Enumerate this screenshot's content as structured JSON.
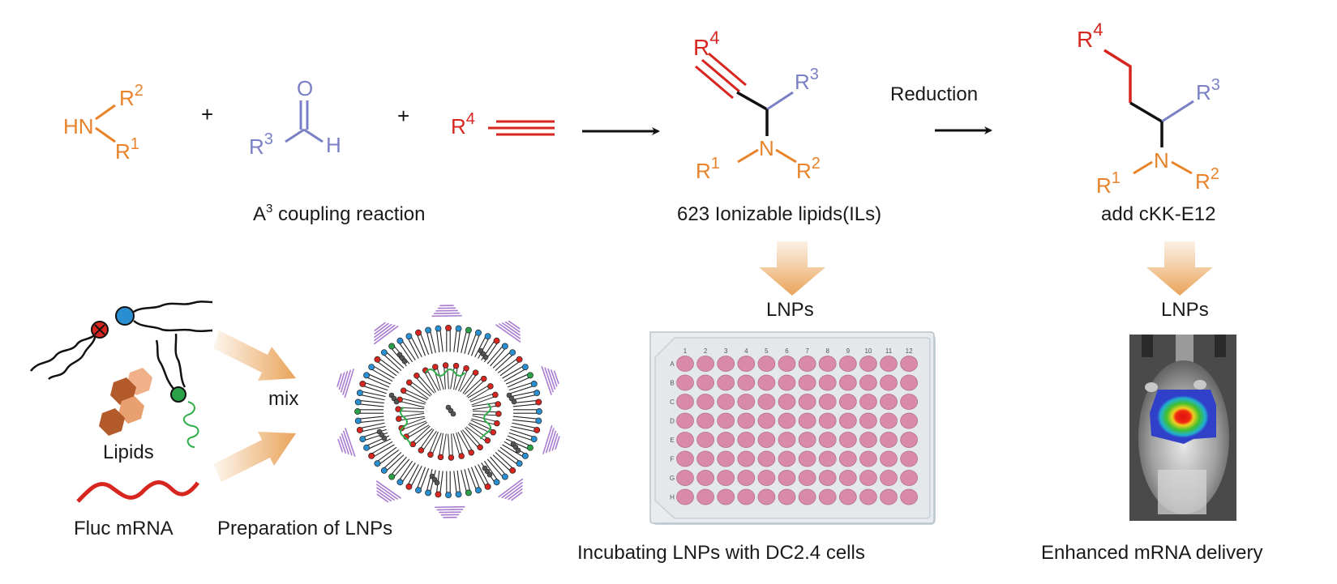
{
  "colors": {
    "amine": "#e8832a",
    "aldehyde": "#7a80c4",
    "alkyne": "#d6261f",
    "bond": "#111111",
    "arrow_orange": "#e9a45a",
    "well_fill": "#d98aa6",
    "plate_bg": "#e6e9ec",
    "peg": "#a97cd0",
    "mrna_green": "#2fae4a"
  },
  "reactants": {
    "amine": {
      "atom": "HN",
      "r_top": "R",
      "r_top_sup": "2",
      "r_bottom": "R",
      "r_bottom_sup": "1"
    },
    "plus1": "+",
    "aldehyde": {
      "r": "R",
      "r_sup": "3",
      "oxygen": "O",
      "hydrogen": "H"
    },
    "plus2": "+",
    "alkyne": {
      "r": "R",
      "r_sup": "4"
    }
  },
  "captions": {
    "coupling_main": "A",
    "coupling_sup": "3",
    "coupling_rest": " coupling reaction",
    "ionizable": "623 Ionizable lipids(ILs)",
    "reduction": "Reduction",
    "add": "add  cKK-E12",
    "lnps_mid": "LNPs",
    "lnps_right": "LNPs",
    "mix": "mix",
    "lipids": "Lipids",
    "fluc": "Fluc mRNA",
    "prep": "Preparation of  LNPs",
    "incubating": "Incubating LNPs with DC2.4 cells",
    "enhanced": "Enhanced mRNA delivery"
  },
  "product1": {
    "r4": "R",
    "r4_sup": "4",
    "r3": "R",
    "r3_sup": "3",
    "n": "N",
    "r1": "R",
    "r1_sup": "1",
    "r2": "R",
    "r2_sup": "2"
  },
  "product2": {
    "r4": "R",
    "r4_sup": "4",
    "r3": "R",
    "r3_sup": "3",
    "n": "N",
    "r1": "R",
    "r1_sup": "1",
    "r2": "R",
    "r2_sup": "2"
  },
  "plate": {
    "columns": [
      "1",
      "2",
      "3",
      "4",
      "5",
      "6",
      "7",
      "8",
      "9",
      "10",
      "11",
      "12"
    ],
    "rows": [
      "A",
      "B",
      "C",
      "D",
      "E",
      "F",
      "G",
      "H"
    ]
  }
}
